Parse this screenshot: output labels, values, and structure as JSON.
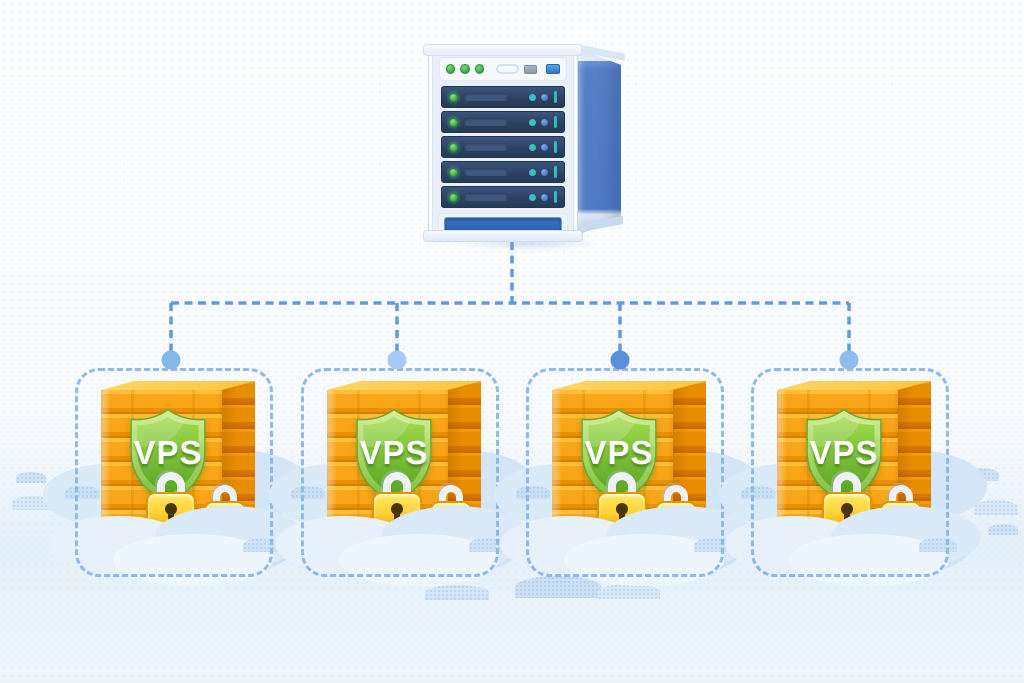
{
  "server": {
    "icon": "server-rack-icon",
    "blade_count": 5,
    "power_led_count": 3,
    "leds_per_blade": 1,
    "colors": {
      "frame": "#e9f0fa",
      "blade": "#2c415f",
      "side_panel": "#4f7ac4",
      "led_green": "#3da344",
      "indicator_teal": "#35c2c9",
      "indicator_blue": "#3f6fc4",
      "vent_blue": "#2a5cab"
    }
  },
  "connections": {
    "style": "dashed",
    "line_color": "#6398e0",
    "branch_count": 4,
    "node_dot_colors": [
      "#87b6eb",
      "#a6cbf2",
      "#5892df",
      "#8fbcee"
    ]
  },
  "vps_nodes": [
    {
      "label": "VPS",
      "shield_icon": "shield-icon",
      "padlock_count": 2
    },
    {
      "label": "VPS",
      "shield_icon": "shield-icon",
      "padlock_count": 2
    },
    {
      "label": "VPS",
      "shield_icon": "shield-icon",
      "padlock_count": 2
    },
    {
      "label": "VPS",
      "shield_icon": "shield-icon",
      "padlock_count": 2
    }
  ],
  "palette": {
    "background": "#fdfeff",
    "node_border": "#8fb9ec",
    "cube_orange": "#f8a517",
    "cube_orange_dark": "#d47500",
    "cube_top_yellow": "#ffc53e",
    "shield_green": "#55a424",
    "shield_green_light": "#a3db4d",
    "lock_yellow": "#ffd23a",
    "cloud_blue": "#cde2f6",
    "label_text": "#ffffff"
  }
}
